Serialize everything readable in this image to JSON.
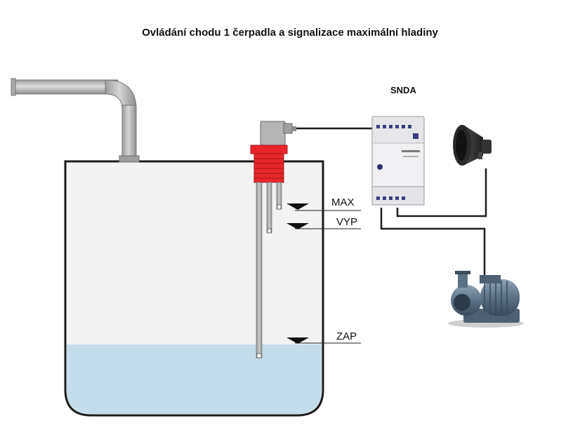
{
  "title": "Ovládání chodu 1 čerpadla a signalizace maximální hladiny",
  "device_label": "SNDA",
  "levels": {
    "max": "MAX",
    "vyp": "VYP",
    "zap": "ZAP"
  },
  "colors": {
    "water": "#c5dcea",
    "tank_fill": "#f3f3f3",
    "tank_stroke": "#1c1c1c",
    "pipe": "#bcbcbc",
    "sensor_head": "#e8262a",
    "probe": "#a9a9a9",
    "wire": "#1c1c1c",
    "pump": "#5c7184",
    "horn": "#3a3a3a"
  },
  "icons": [
    "inlet-pipe-icon",
    "level-sensor-icon",
    "relay-module-icon",
    "horn-siren-icon",
    "water-pump-icon"
  ]
}
